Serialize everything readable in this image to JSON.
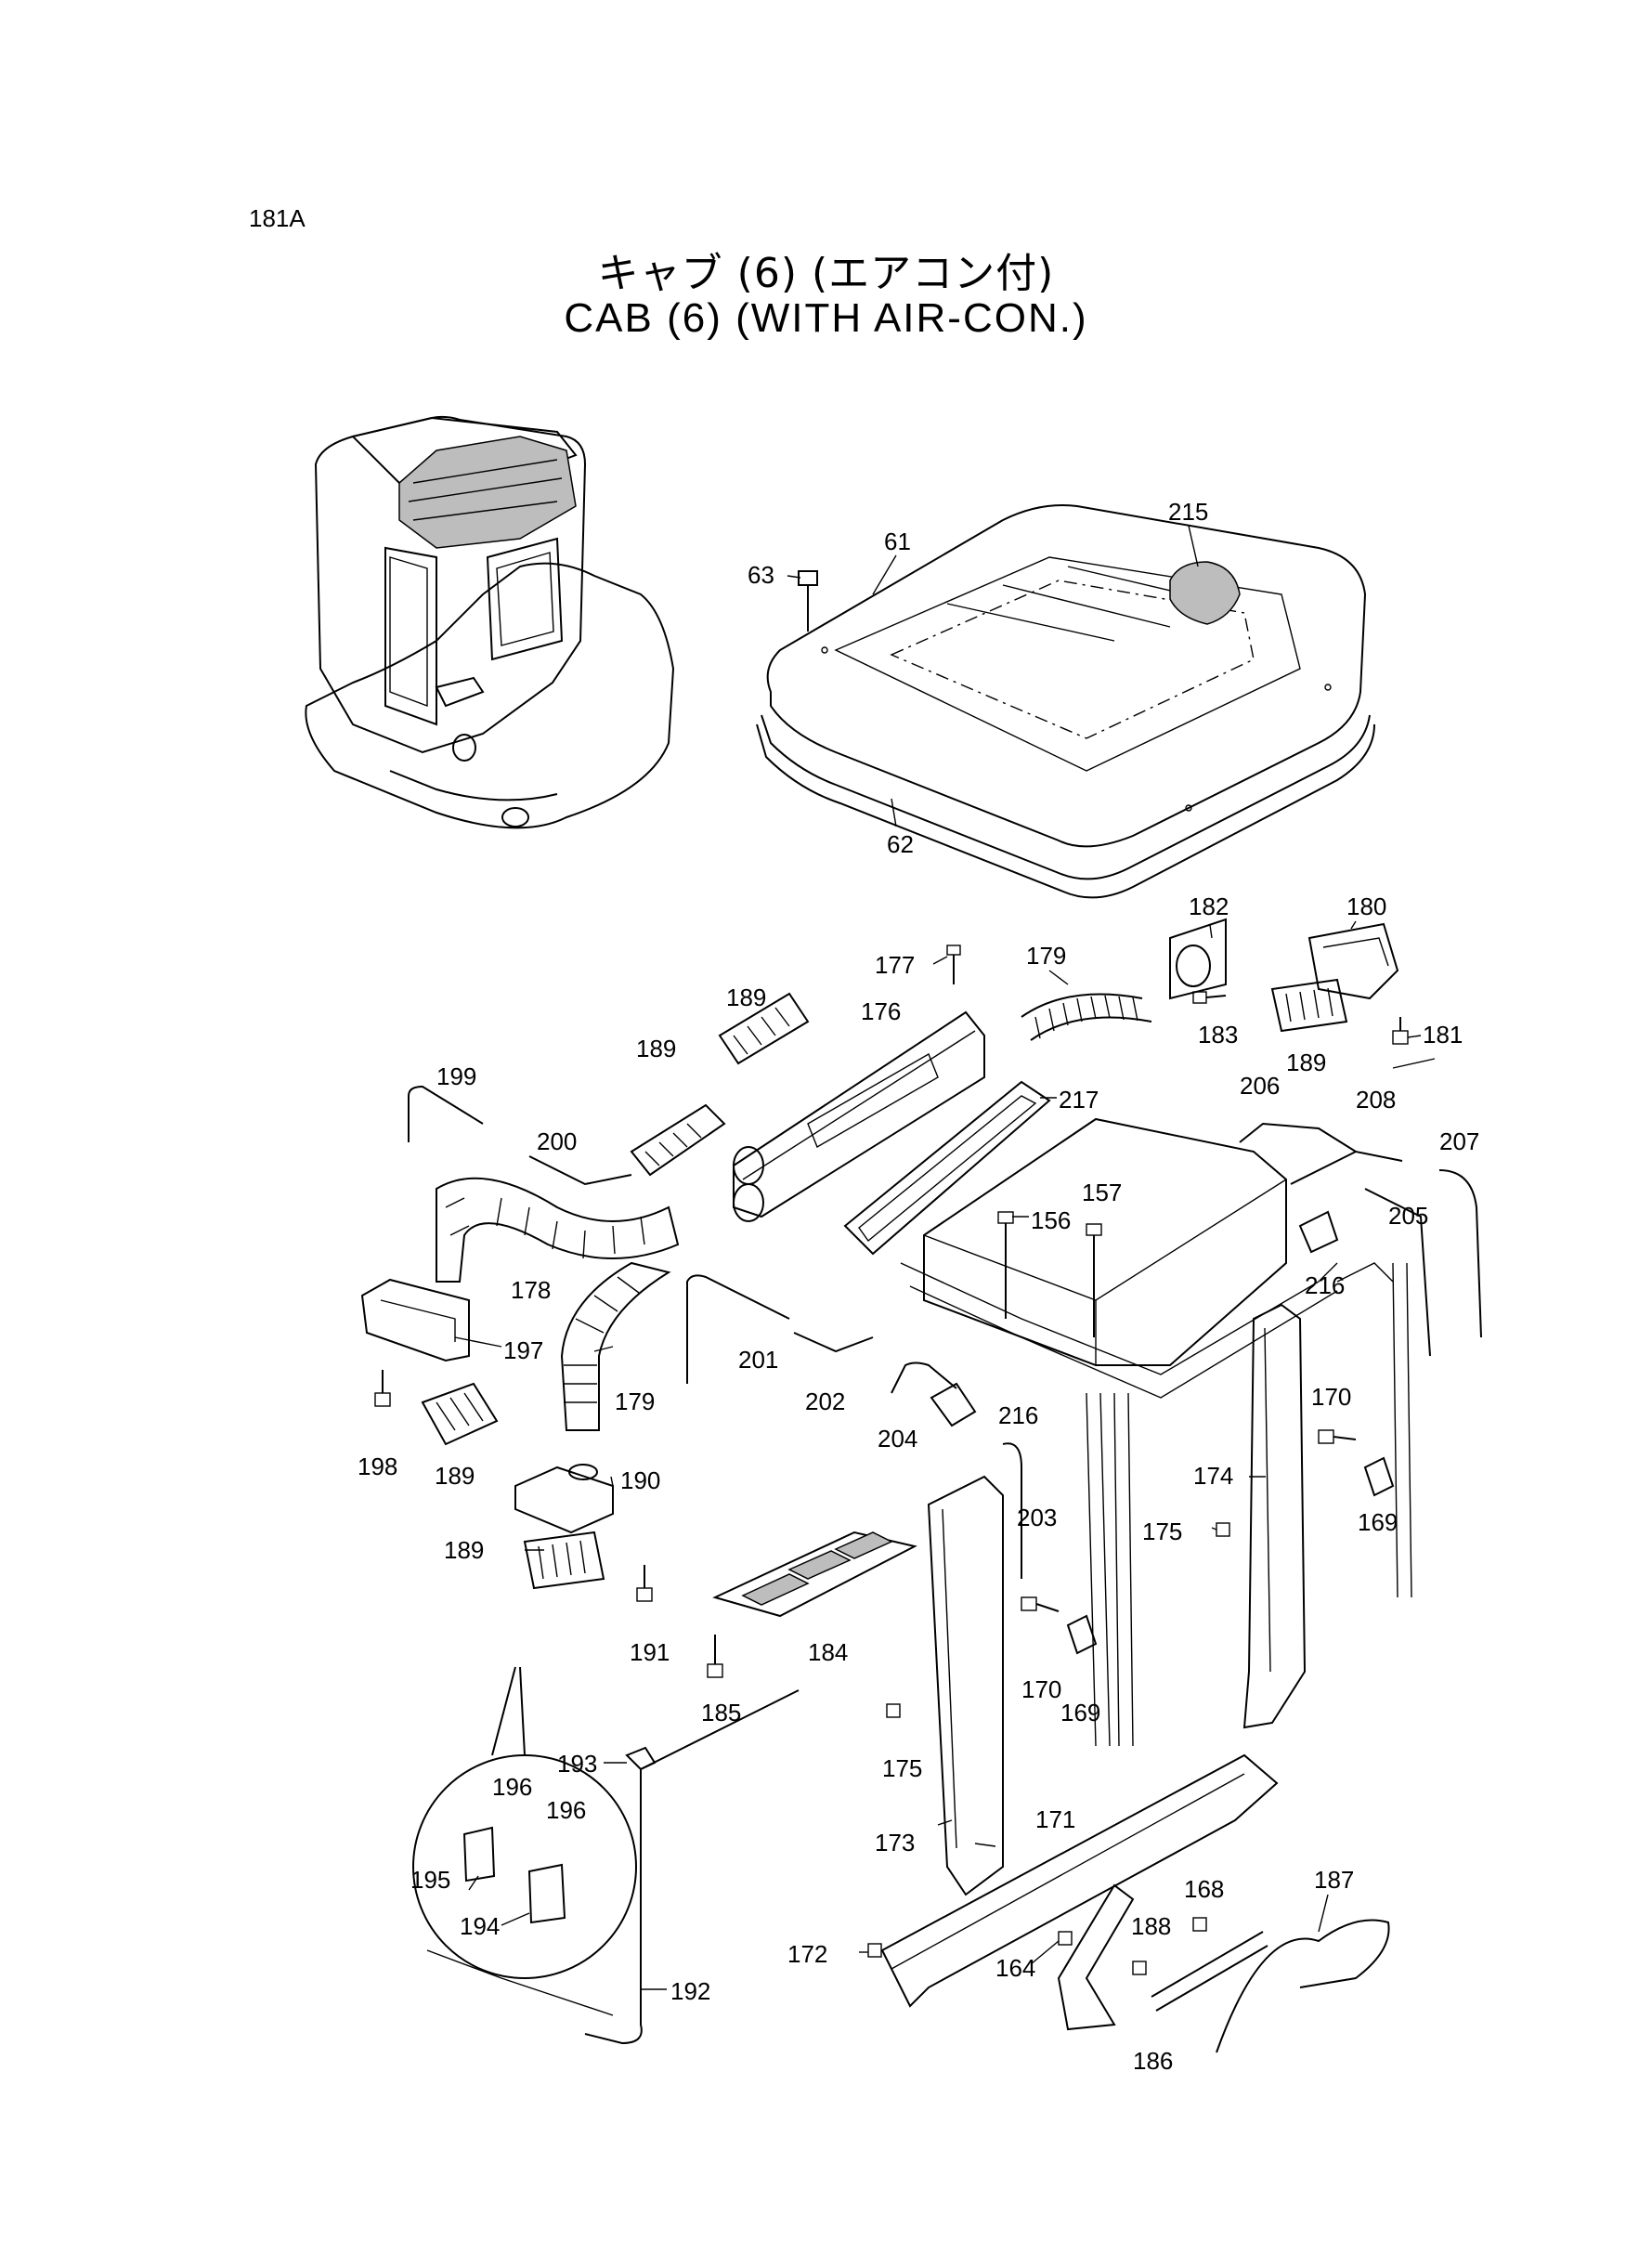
{
  "page_code": "181A",
  "title_jp": "キャブ (6) (エアコン付)",
  "title_en": "CAB (6) (WITH AIR-CON.)",
  "part_labels": {
    "p61": "61",
    "p62": "62",
    "p63": "63",
    "p215": "215",
    "p182": "182",
    "p180": "180",
    "p177": "177",
    "p179a": "179",
    "p189a": "189",
    "p176": "176",
    "p183": "183",
    "p189b": "189",
    "p181": "181",
    "p199": "199",
    "p189c": "189",
    "p217": "217",
    "p206": "206",
    "p208": "208",
    "p207": "207",
    "p200": "200",
    "p205": "205",
    "p157": "157",
    "p156": "156",
    "p178": "178",
    "p216a": "216",
    "p197": "197",
    "p201": "201",
    "p202": "202",
    "p179b": "179",
    "p198": "198",
    "p216b": "216",
    "p170a": "170",
    "p204": "204",
    "p189d": "189",
    "p190": "190",
    "p174": "174",
    "p169a": "169",
    "p203": "203",
    "p175a": "175",
    "p189e": "189",
    "p191": "191",
    "p184": "184",
    "p170b": "170",
    "p169b": "169",
    "p185": "185",
    "p196a": "196",
    "p196b": "196",
    "p193": "193",
    "p175b": "175",
    "p195": "195",
    "p173": "173",
    "p171": "171",
    "p187": "187",
    "p168": "168",
    "p194": "194",
    "p188": "188",
    "p172": "172",
    "p164": "164",
    "p192": "192",
    "p186": "186"
  }
}
